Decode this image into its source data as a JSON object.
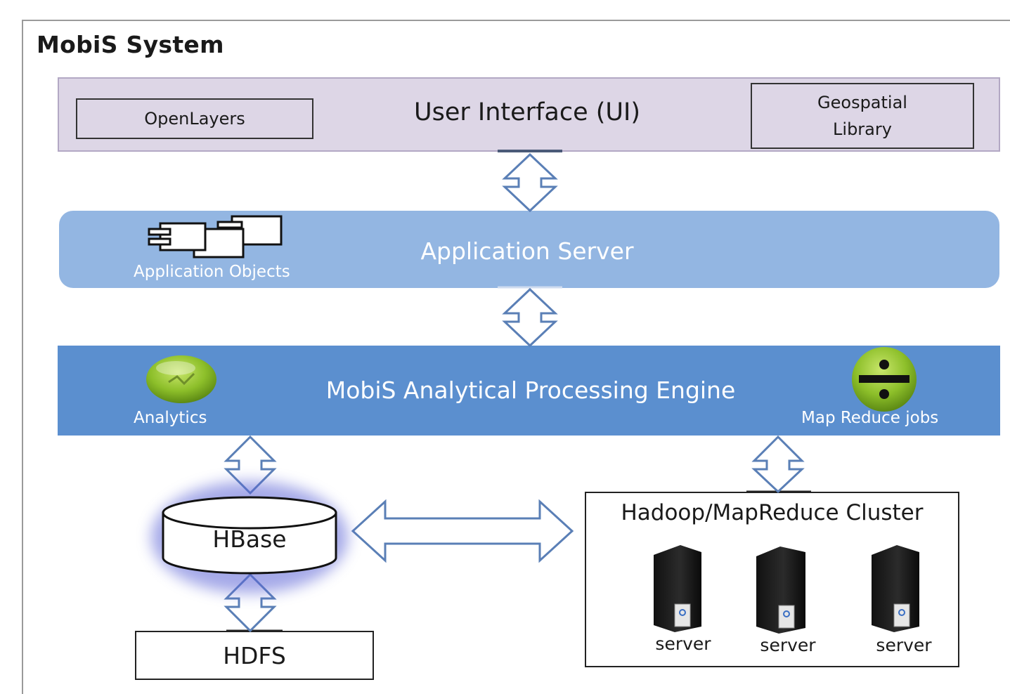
{
  "system_title": "MobiS System",
  "ui_layer": {
    "title": "User Interface (UI)",
    "left_box": "OpenLayers",
    "right_box": "Geospatial\nLibrary"
  },
  "app_layer": {
    "title": "Application Server",
    "objects_label": "Application Objects"
  },
  "engine_layer": {
    "title": "MobiS Analytical Processing Engine",
    "analytics_label": "Analytics",
    "mapreduce_label": "Map Reduce jobs"
  },
  "storage": {
    "hbase": "HBase",
    "hdfs": "HDFS"
  },
  "cluster": {
    "title": "Hadoop/MapReduce Cluster",
    "servers": [
      "server",
      "server",
      "server"
    ]
  },
  "colors": {
    "ui_band": "#ddd6e6",
    "app_band": "#93b6e2",
    "engine_band": "#5b8fcf",
    "arrow_stroke": "#5a7fb6"
  }
}
